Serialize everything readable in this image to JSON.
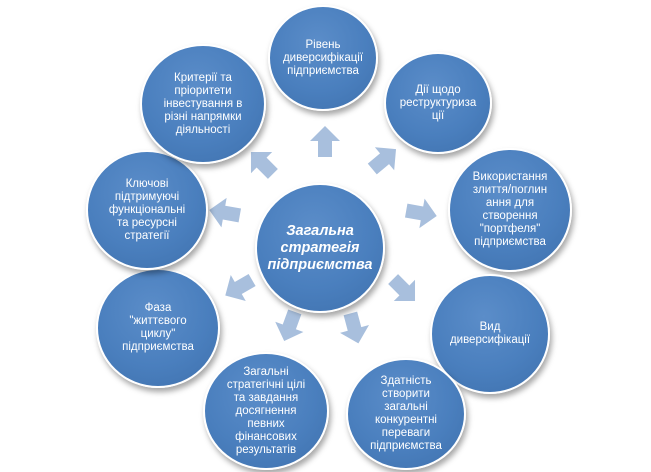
{
  "center": {
    "label": "Загальна\nстратегія\nпідприємства"
  },
  "nodes": [
    {
      "label": "Рівень\nдиверсифікації\nпідприємства"
    },
    {
      "label": "Дії щодо\nреструктуриза\nції"
    },
    {
      "label": "Використання\nзлиття/поглин\nання для\nстворення\n\"портфеля\"\nпідприємства"
    },
    {
      "label": "Вид\nдиверсифікації"
    },
    {
      "label": "Здатність\nстворити\nзагальні\nконкурентні\nпереваги\nпідприємства"
    },
    {
      "label": "Загальні\nстратегічні цілі\nта завдання\nдосягнення\nпевних\nфінансових\nрезультатів"
    },
    {
      "label": "Фаза\n\"життєвого\nциклу\"\nпідприємства"
    },
    {
      "label": "Ключові\nпідтримуючі\nфункціональні\nта ресурсні\nстратегії"
    },
    {
      "label": "Критерії та\nпріоритети\nінвестування в\nрізні напрямки\nдіяльності"
    }
  ],
  "colors": {
    "node_fill": "#4a7fbe",
    "arrow_fill": "#a8bfdd"
  }
}
